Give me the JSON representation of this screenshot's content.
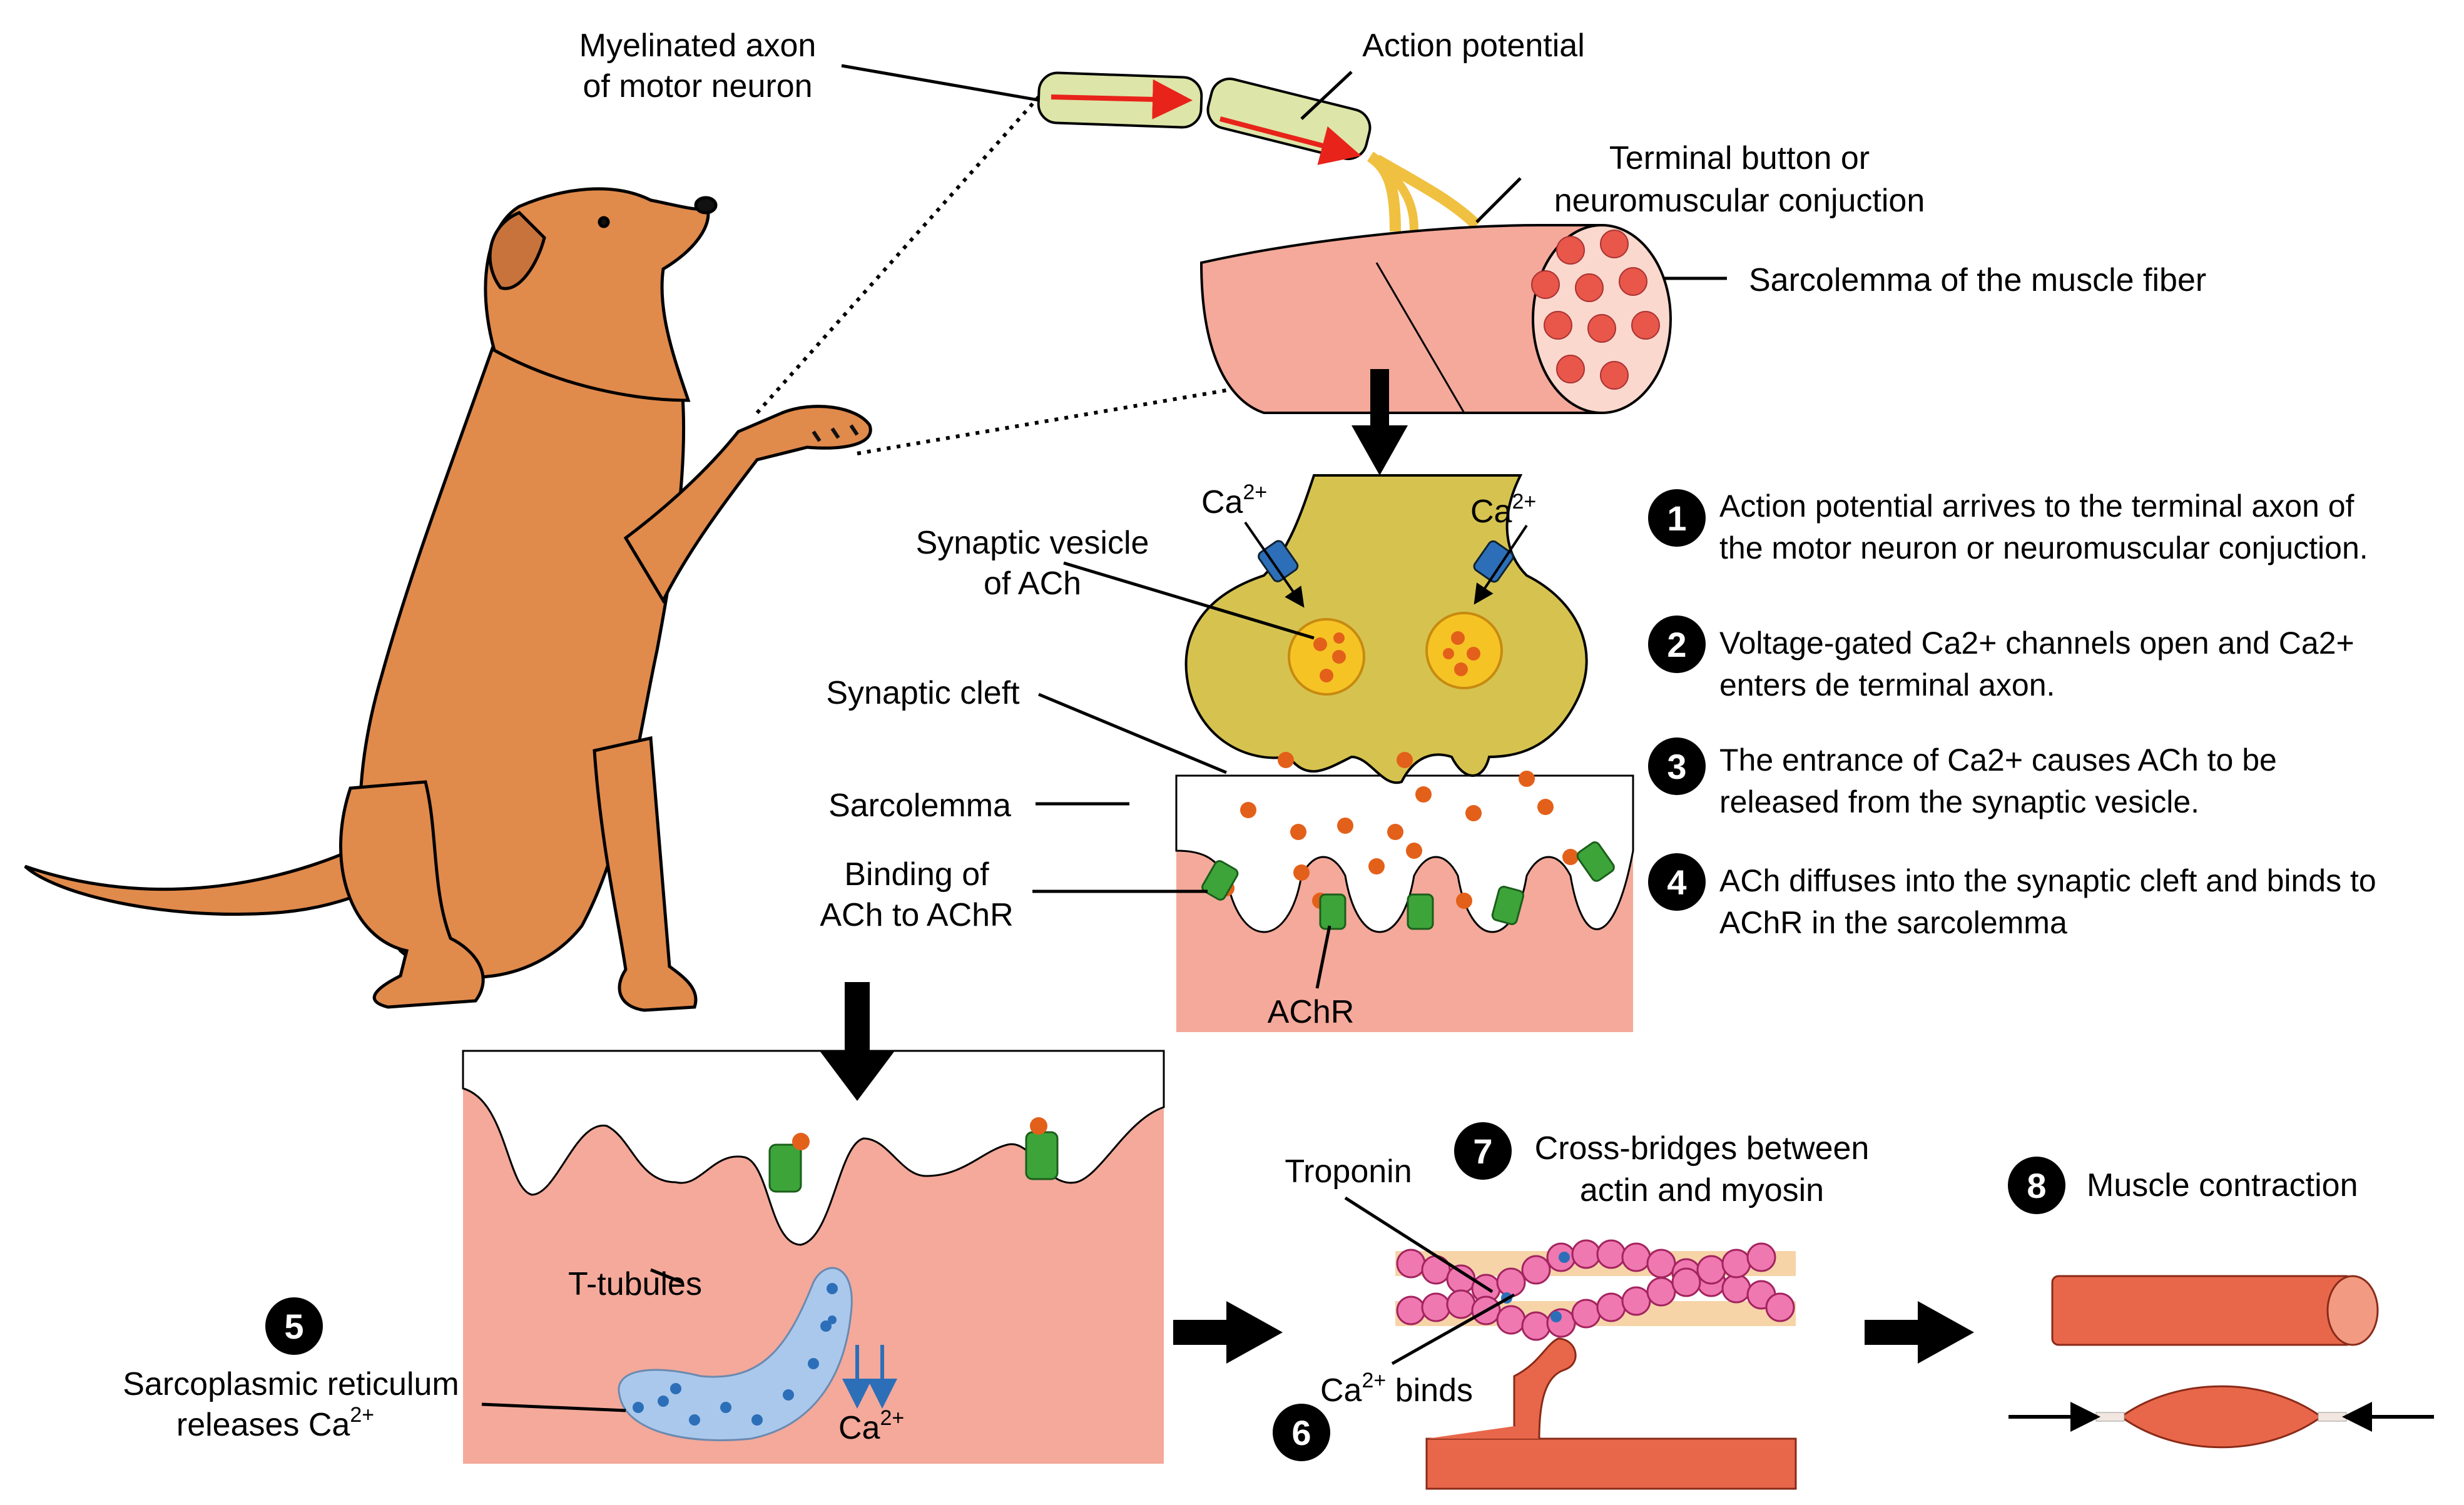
{
  "labels": {
    "myelinated_axon": [
      "Myelinated axon",
      "of motor neuron"
    ],
    "action_potential": "Action potential",
    "terminal_button": [
      "Terminal button or",
      "neuromuscular conjuction"
    ],
    "sarcolemma_fiber": "Sarcolemma of the muscle fiber",
    "ca_left": "Ca",
    "ca_right": "Ca",
    "ca_superscript": "2+",
    "synaptic_vesicle": [
      "Synaptic vesicle",
      "of ACh"
    ],
    "synaptic_cleft": "Synaptic cleft",
    "sarcolemma": "Sarcolemma",
    "binding": [
      "Binding of",
      "ACh to AChR"
    ],
    "achr": "AChR",
    "t_tubules": "T-tubules",
    "sr_line1": "Sarcoplasmic reticulum",
    "sr_line2": "releases Ca",
    "ca_release": "Ca",
    "troponin": "Troponin",
    "ca_binds_pre": "Ca",
    "ca_binds_post": " binds"
  },
  "steps": [
    {
      "number": "1",
      "lines": [
        "Action potential arrives to the terminal axon of",
        "the motor neuron or neuromuscular conjuction."
      ]
    },
    {
      "number": "2",
      "lines": [
        "Voltage-gated Ca2+ channels open and Ca2+",
        "enters de terminal axon."
      ]
    },
    {
      "number": "3",
      "lines": [
        "The entrance of Ca2+ causes ACh to be",
        "released from the synaptic vesicle."
      ]
    },
    {
      "number": "4",
      "lines": [
        "ACh diffuses into the synaptic cleft and binds to",
        "AChR in the sarcolemma"
      ]
    },
    {
      "number": "5",
      "lines": []
    },
    {
      "number": "6",
      "lines": []
    },
    {
      "number": "7",
      "lines": [
        "Cross-bridges between",
        "actin and myosin"
      ]
    },
    {
      "number": "8",
      "lines": [
        "Muscle contraction"
      ]
    }
  ],
  "colors": {
    "dog": "#e08a4c",
    "muscle": "#f4a99a",
    "terminal": "#d6c34f",
    "vesicle": "#f6c325",
    "ach": "#e3601a",
    "receptor": "#3da43a",
    "channel": "#2c6fb8",
    "actin": "#ef78b1",
    "myosin": "#e8674a"
  }
}
